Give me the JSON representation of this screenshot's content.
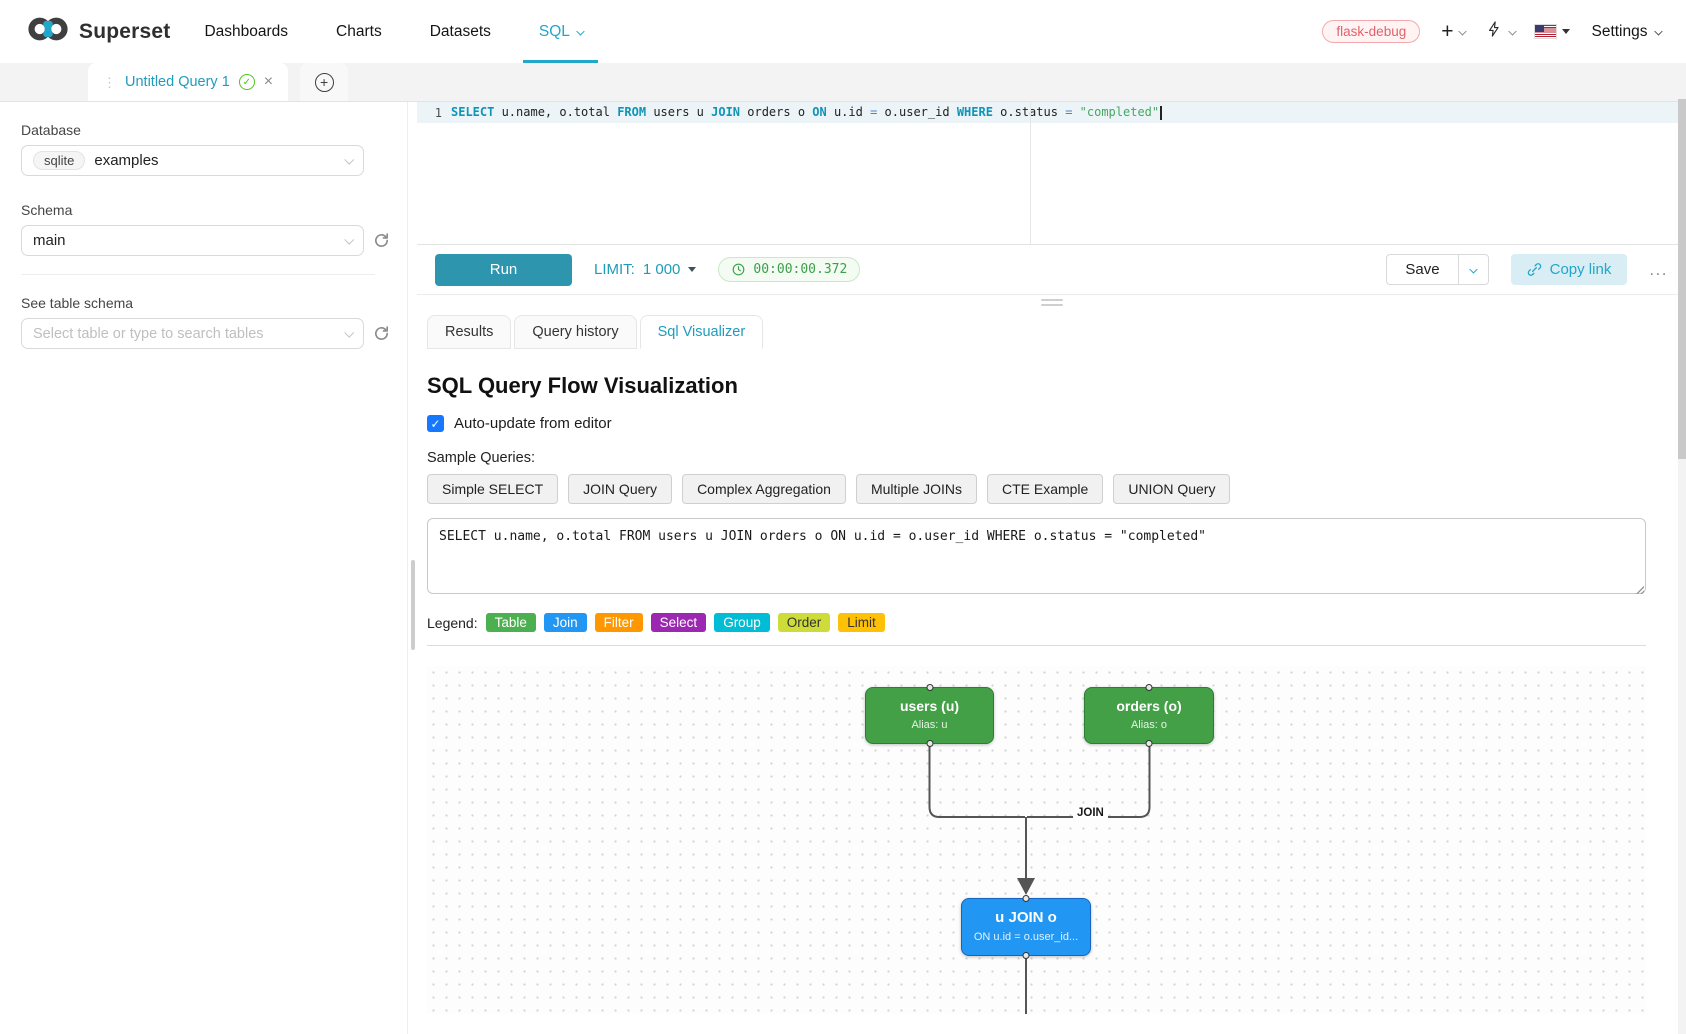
{
  "brand": {
    "name": "Superset"
  },
  "nav": {
    "items": [
      "Dashboards",
      "Charts",
      "Datasets"
    ],
    "sql_label": "SQL"
  },
  "topbar": {
    "env_badge": "flask-debug",
    "plus": "+",
    "settings_label": "Settings"
  },
  "tabstrip": {
    "tab_title": "Untitled Query 1",
    "close": "×",
    "add": "+",
    "check": "✓",
    "drag_dots": "⋮"
  },
  "sidebar": {
    "database_label": "Database",
    "database_engine": "sqlite",
    "database_value": "examples",
    "schema_label": "Schema",
    "schema_value": "main",
    "table_schema_label": "See table schema",
    "table_placeholder": "Select table or type to search tables"
  },
  "editor": {
    "line_number": "1",
    "tokens": [
      {
        "t": "SELECT",
        "c": "kw"
      },
      {
        "t": " u.name, o.total ",
        "c": "id"
      },
      {
        "t": "FROM",
        "c": "kw"
      },
      {
        "t": " users u ",
        "c": "id"
      },
      {
        "t": "JOIN",
        "c": "kw"
      },
      {
        "t": " orders o ",
        "c": "id"
      },
      {
        "t": "ON",
        "c": "kw"
      },
      {
        "t": " u.id ",
        "c": "id"
      },
      {
        "t": "=",
        "c": "op"
      },
      {
        "t": " o.user_id ",
        "c": "id"
      },
      {
        "t": "WHERE",
        "c": "kw"
      },
      {
        "t": " o.status ",
        "c": "id"
      },
      {
        "t": "=",
        "c": "op"
      },
      {
        "t": " ",
        "c": "id"
      },
      {
        "t": "\"completed\"",
        "c": "str"
      }
    ]
  },
  "toolbar": {
    "run_label": "Run",
    "limit_label": "LIMIT:",
    "limit_value": "1 000",
    "timer": "00:00:00.372",
    "save_label": "Save",
    "copy_link_label": "Copy link",
    "more_label": "..."
  },
  "result_tabs": {
    "items": [
      "Results",
      "Query history",
      "Sql Visualizer"
    ],
    "active": "Sql Visualizer"
  },
  "viz": {
    "title": "SQL Query Flow Visualization",
    "auto_update_label": "Auto-update from editor",
    "auto_update_checked": true,
    "sample_label": "Sample Queries:",
    "samples": [
      "Simple SELECT",
      "JOIN Query",
      "Complex Aggregation",
      "Multiple JOINs",
      "CTE Example",
      "UNION Query"
    ],
    "query_text": "SELECT u.name, o.total FROM users u JOIN orders o ON u.id = o.user_id WHERE o.status = \"completed\"",
    "legend_label": "Legend:",
    "legend": [
      {
        "label": "Table",
        "color": "#4CAF50",
        "text": "#ffffff"
      },
      {
        "label": "Join",
        "color": "#2196F3",
        "text": "#ffffff"
      },
      {
        "label": "Filter",
        "color": "#FF9800",
        "text": "#ffffff"
      },
      {
        "label": "Select",
        "color": "#9C27B0",
        "text": "#ffffff"
      },
      {
        "label": "Group",
        "color": "#00BCD4",
        "text": "#ffffff"
      },
      {
        "label": "Order",
        "color": "#CDDC39",
        "text": "#333333"
      },
      {
        "label": "Limit",
        "color": "#FFC107",
        "text": "#333333"
      }
    ],
    "flow": {
      "nodes": [
        {
          "title": "users (u)",
          "subtitle": "Alias: u",
          "color": "#43a047"
        },
        {
          "title": "orders (o)",
          "subtitle": "Alias: o",
          "color": "#43a047"
        },
        {
          "title": "u JOIN o",
          "subtitle": "ON u.id = o.user_id...",
          "color": "#2196f3"
        }
      ],
      "edge_label": "JOIN"
    }
  },
  "colors": {
    "accent": "#20a7c9",
    "run_button": "#2d95ad",
    "edge": "#555555"
  }
}
